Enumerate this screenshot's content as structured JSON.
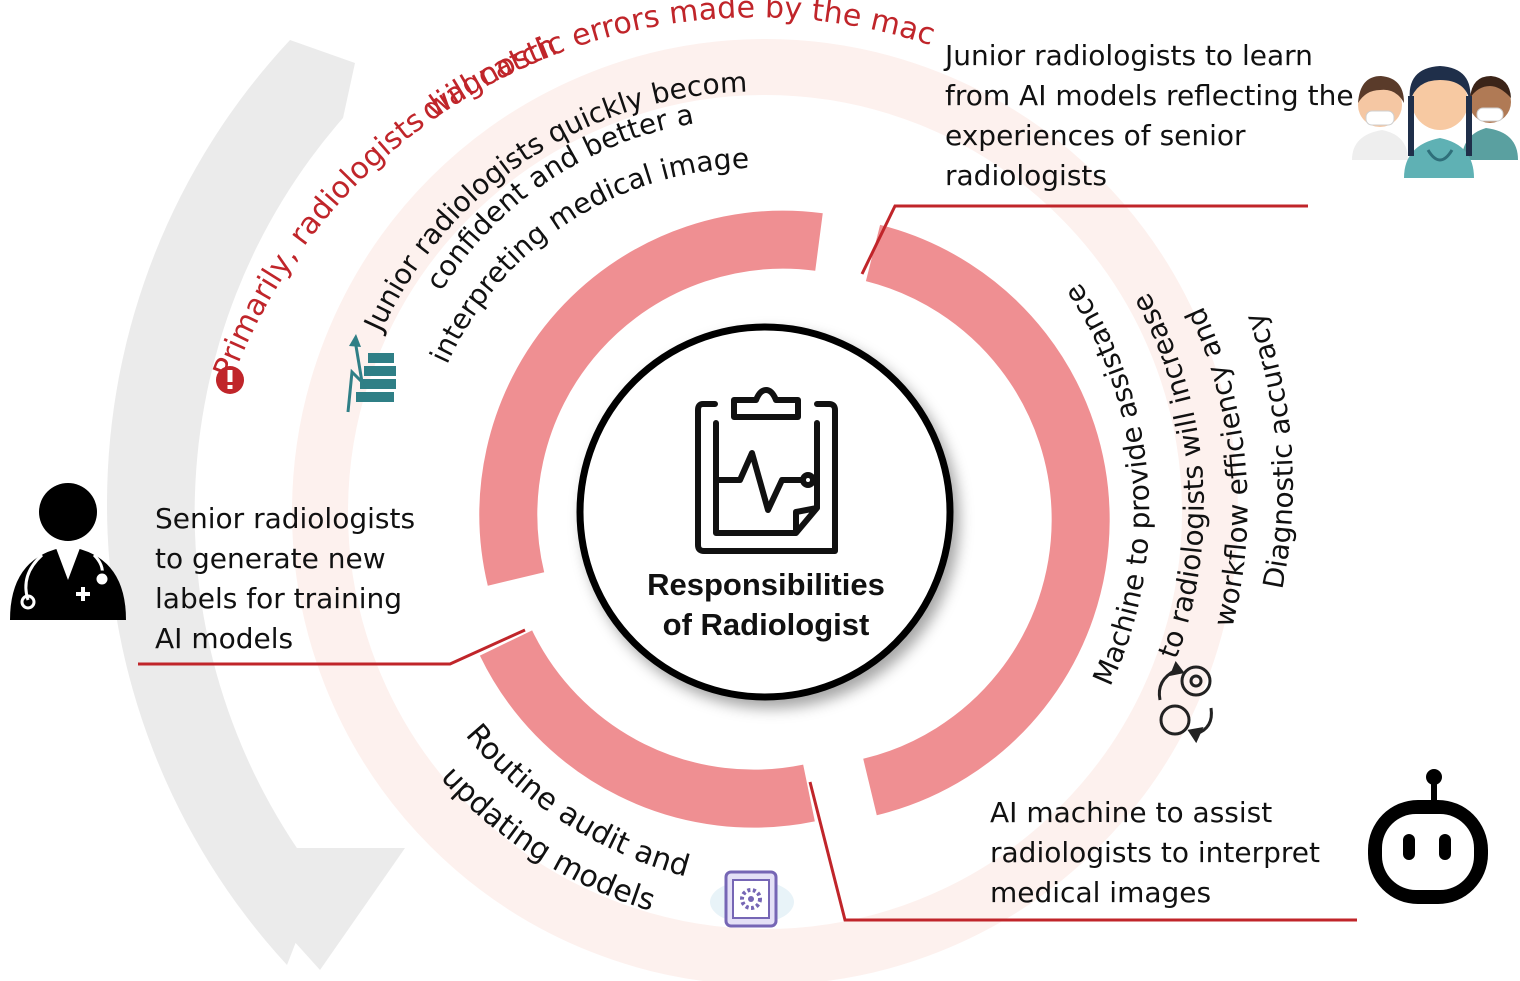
{
  "center": {
    "title_line1": "Responsibilities",
    "title_line2": "of Radiologist"
  },
  "outer_note": {
    "line1": "Primarily, radiologists will catch",
    "line2": "diagnostic errors made by the machine"
  },
  "ring_labels": {
    "junior_arc": [
      "Junior radiologists quickly become",
      "confident and better at",
      "interpreting medical images"
    ],
    "machine_arc": [
      "Machine to provide assistance",
      "to radiologists will increase",
      "workflow efficiency and",
      "Diagnostic accuracy"
    ],
    "audit_arc": [
      "Routine audit and",
      "updating models"
    ]
  },
  "callouts": {
    "senior": [
      "Senior radiologists",
      "to generate new",
      "labels for training",
      "AI models"
    ],
    "junior": [
      "Junior radiologists to learn",
      "from AI models reflecting the",
      "experiences of senior",
      "radiologists"
    ],
    "ai": [
      "AI machine to assist",
      "radiologists to interpret",
      "medical images"
    ]
  },
  "colors": {
    "accent_red": "#c0252a",
    "ring_pink": "#ef8f92",
    "faint_ring": "#fdf1ee",
    "grey_arrow": "#ebebeb",
    "teal": "#2f7f86"
  },
  "icons": [
    "clipboard-pulse-icon",
    "doctor-icon",
    "medical-team-icon",
    "robot-icon",
    "growth-chart-icon",
    "alert-icon",
    "workflow-cycle-icon",
    "gear-tablet-icon"
  ]
}
